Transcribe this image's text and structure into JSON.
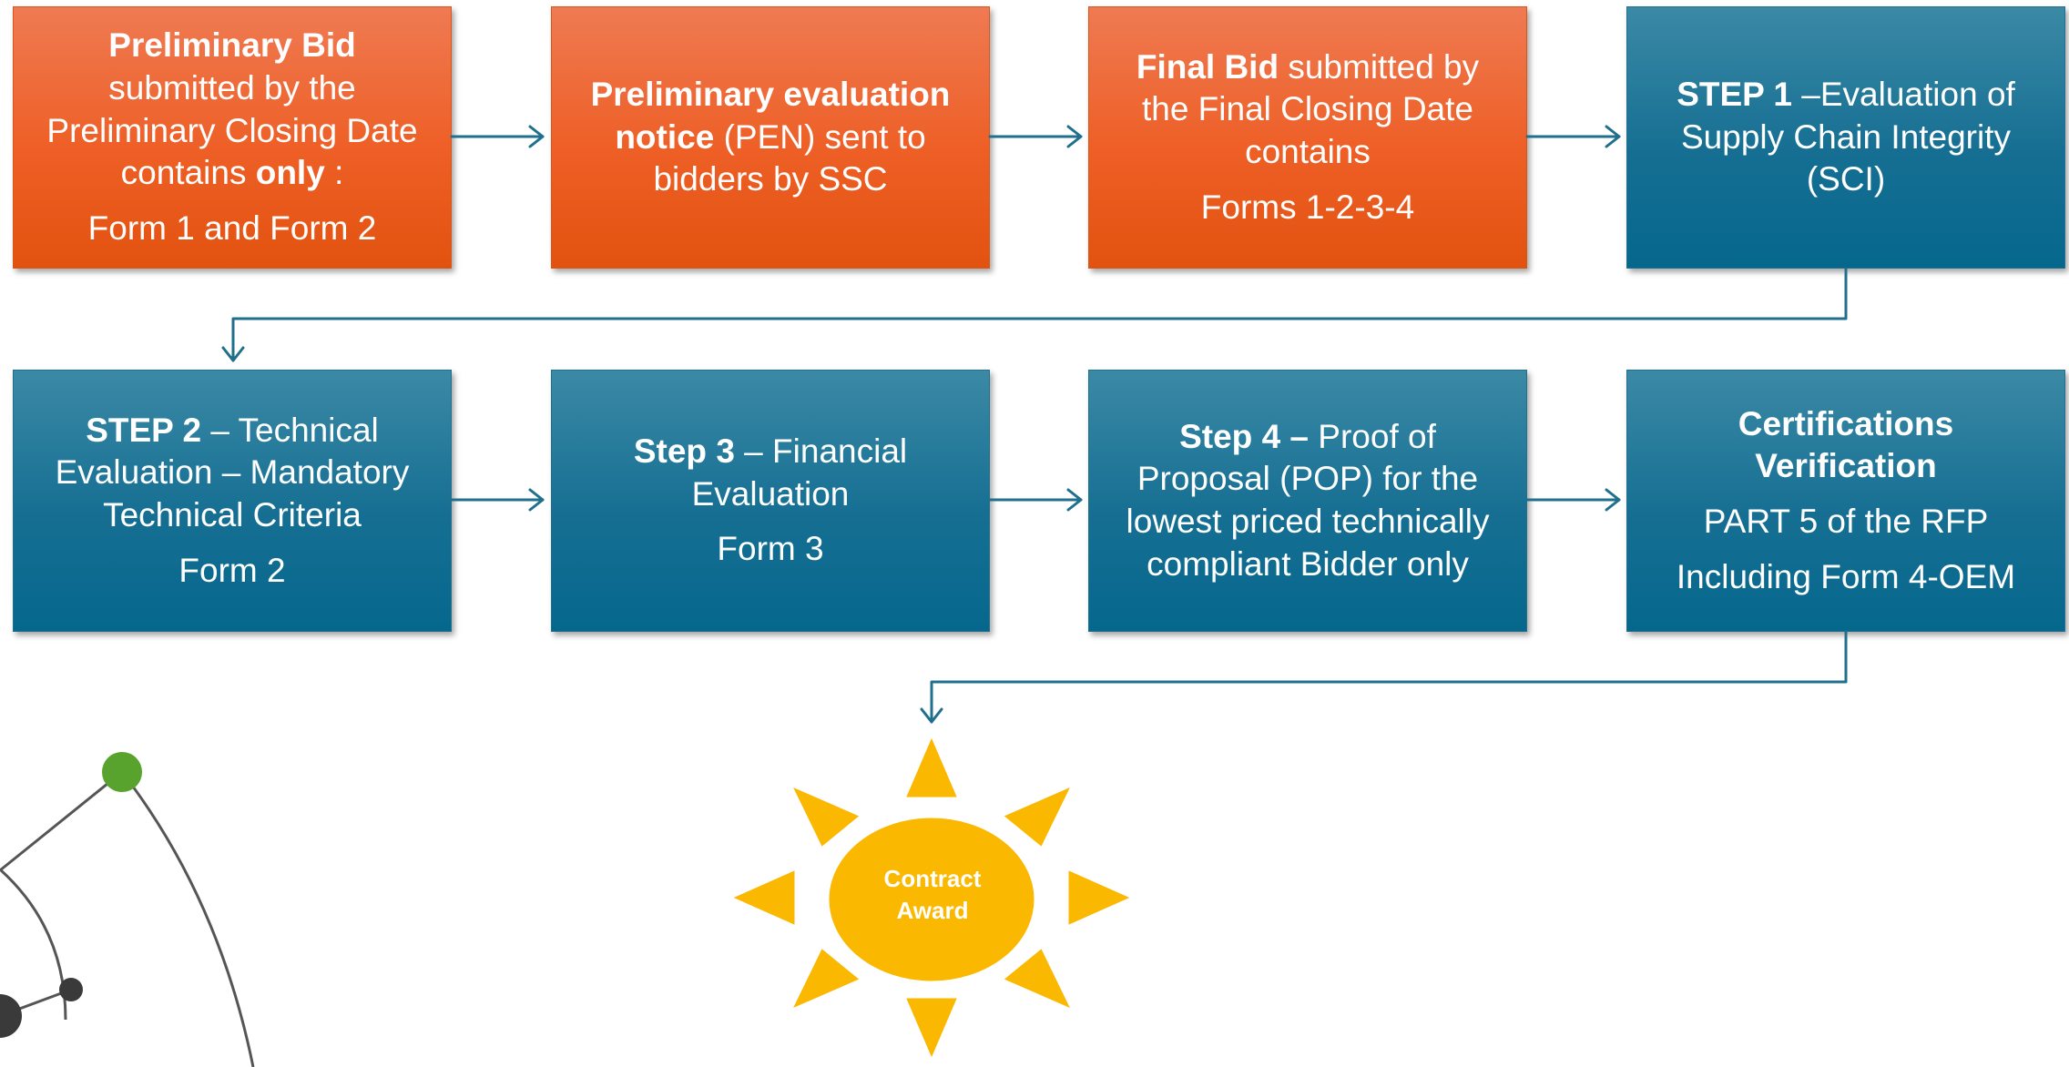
{
  "colors": {
    "orange": "#ee5f26",
    "teal": "#166f93",
    "connector": "#1f6f8d",
    "sun": "#fbb800",
    "sun_outline": "#ffffff",
    "green_node": "#58a32d",
    "dark_node": "#3a3a3a"
  },
  "icons": {
    "flow_arrow": "arrow-right-icon",
    "elbow_arrow": "arrow-down-icon",
    "sun": "sun-icon"
  },
  "row1": {
    "box1": {
      "title": "Preliminary Bid",
      "line2": "submitted by the",
      "line3": "Preliminary Closing Date",
      "line4_pre": "contains ",
      "line4_bold": "only",
      "line4_post": " :",
      "forms": "Form 1 and Form 2"
    },
    "box2": {
      "title_line1": "Preliminary evaluation",
      "title_line2": "notice",
      "line2_post": " (PEN) sent to",
      "line3": "bidders by SSC"
    },
    "box3": {
      "title": "Final Bid",
      "line1_post": " submitted by",
      "line2": "the Final Closing Date",
      "line3": "contains",
      "forms": "Forms 1-2-3-4"
    },
    "box4": {
      "title": "STEP 1",
      "line1_post": " –Evaluation of",
      "line2": "Supply Chain Integrity",
      "line3": "(SCI)"
    }
  },
  "row2": {
    "box5": {
      "title": "STEP 2",
      "line1_post": " – Technical",
      "line2": "Evaluation – Mandatory",
      "line3": "Technical Criteria",
      "forms": "Form 2"
    },
    "box6": {
      "title": "Step 3",
      "line1_post": " – Financial",
      "line2": "Evaluation",
      "forms": "Form 3"
    },
    "box7": {
      "title": "Step 4 –",
      "line1_post": " Proof of",
      "line2": "Proposal (POP) for the",
      "line3": "lowest priced technically",
      "line4": "compliant Bidder only"
    },
    "box8": {
      "title_line1": "Certifications",
      "title_line2": "Verification",
      "line3": "PART 5  of the RFP",
      "line4": "Including Form 4-OEM"
    }
  },
  "award": {
    "line1": "Contract",
    "line2": "Award"
  }
}
